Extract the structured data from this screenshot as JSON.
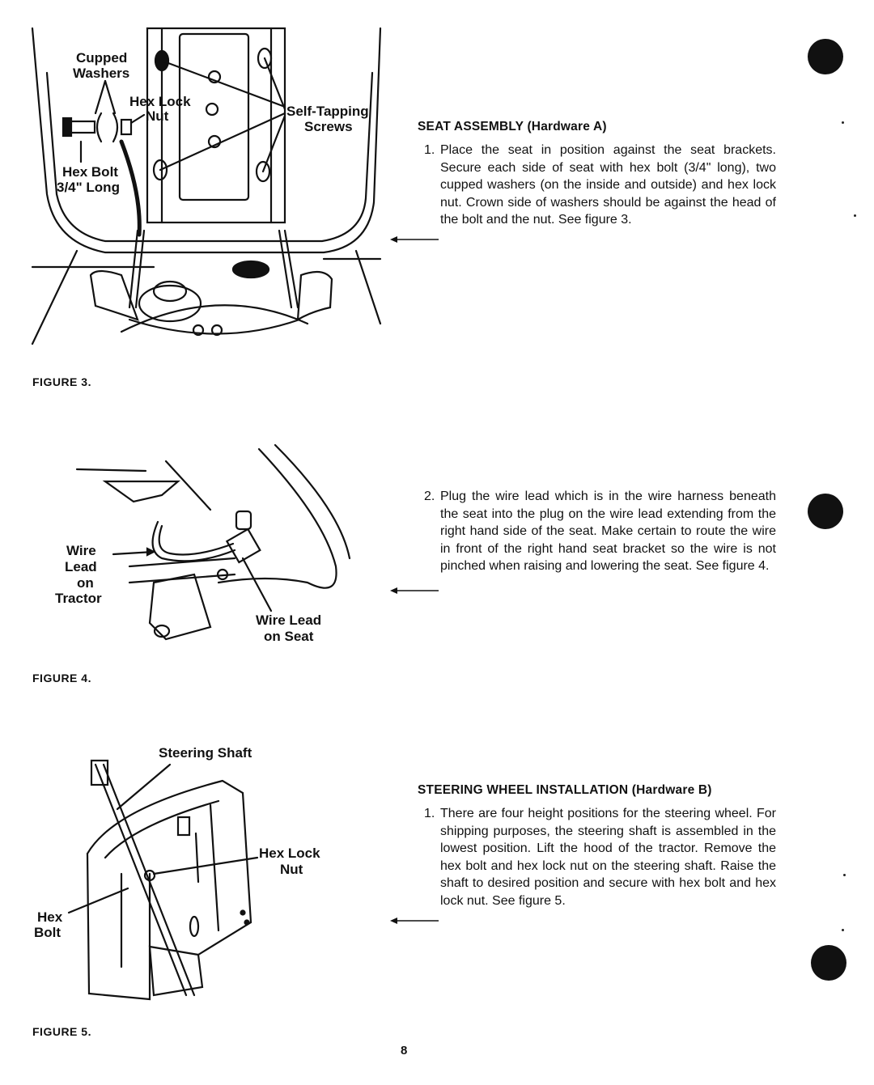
{
  "page_number": "8",
  "figure3": {
    "caption": "FIGURE 3.",
    "label_cupped": "Cupped",
    "label_washers": "Washers",
    "label_hexlock": "Hex Lock",
    "label_nut": "Nut",
    "label_selftapping": "Self-Tapping",
    "label_screws": "Screws",
    "label_hexbolt": "Hex Bolt",
    "label_long": "3/4\" Long"
  },
  "figure4": {
    "caption": "FIGURE 4.",
    "label_wire": "Wire",
    "label_lead": "Lead",
    "label_on": "on",
    "label_tractor": "Tractor",
    "label_wirelead": "Wire Lead",
    "label_onseat": "on Seat"
  },
  "figure5": {
    "caption": "FIGURE 5.",
    "label_steering": "Steering Shaft",
    "label_hexlock": "Hex Lock",
    "label_nut": "Nut",
    "label_hex": "Hex",
    "label_bolt": "Bolt"
  },
  "seat": {
    "heading": "SEAT ASSEMBLY (Hardware A)",
    "step1_num": "1.",
    "step1_text": "Place the seat in position against the seat brackets. Secure each side of seat with hex bolt (3/4\" long), two cupped washers (on the inside and outside) and hex lock nut. Crown side of washers should be against the head of the bolt and the nut. See figure 3.",
    "step2_num": "2.",
    "step2_text": "Plug the wire lead which is in the wire harness beneath the seat into the plug on the wire lead extending from the right hand side of the seat. Make certain to route the wire in front of the right hand seat bracket so the wire is not pinched when raising and lowering the seat. See figure 4."
  },
  "steering": {
    "heading": "STEERING WHEEL INSTALLATION (Hardware B)",
    "step1_num": "1.",
    "step1_text": "There are four height positions for the steering wheel. For shipping purposes, the steering shaft is assembled in the lowest position. Lift the hood of the tractor. Remove the hex bolt and hex lock nut on the steering shaft. Raise the shaft to desired position and secure with hex bolt and hex lock nut. See figure 5."
  }
}
